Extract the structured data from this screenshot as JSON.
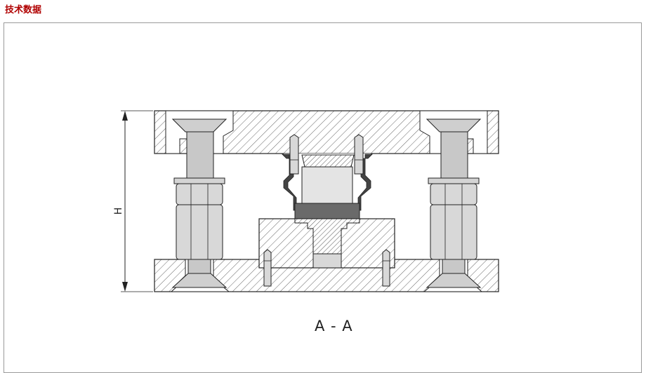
{
  "header": {
    "section_title": "技术数据"
  },
  "figure": {
    "section_caption": "A - A",
    "dimension_label": "H"
  },
  "colors": {
    "title_red": "#b00000",
    "frame_border": "#9a9a9a",
    "steel_fill": "#d8d8d8",
    "bolt_fill": "#c4c4c4",
    "hatch": "#333333"
  },
  "icons": [
    "hatched-plate",
    "leveling-screw",
    "hex-nut",
    "load-cell",
    "guide-pin",
    "dimension-arrow"
  ]
}
